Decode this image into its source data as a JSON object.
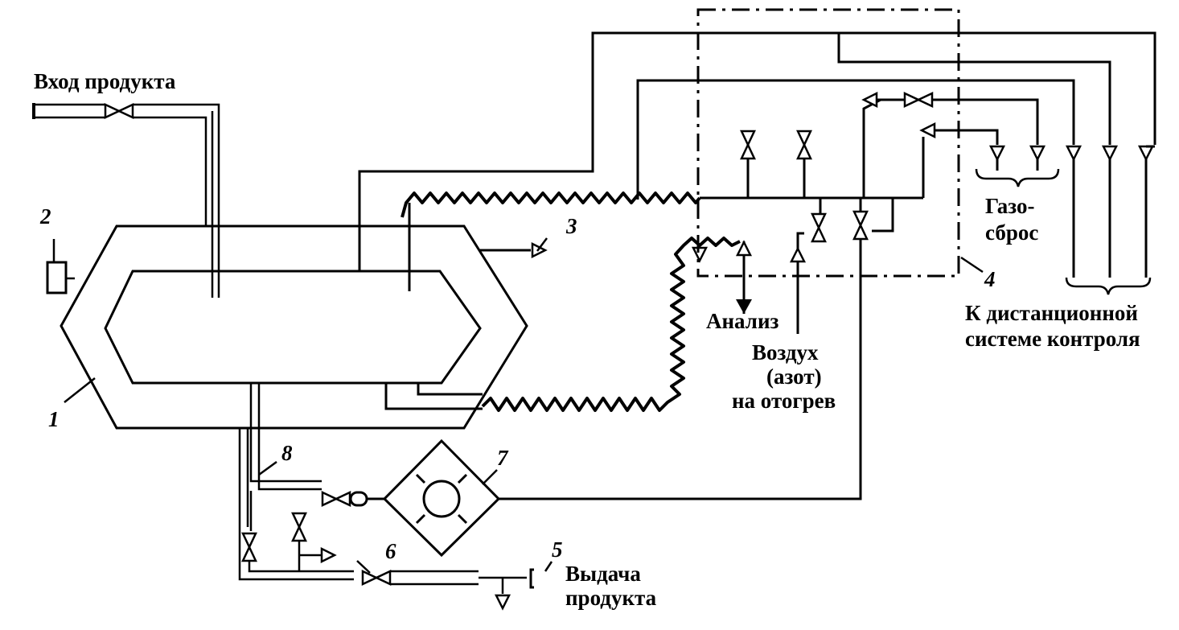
{
  "labels": {
    "product_in": "Вход продукта",
    "gas_discharge_1": "Газо-",
    "gas_discharge_2": "сброс",
    "remote_1": "К дистанционной",
    "remote_2": "системе контроля",
    "analysis": "Анализ",
    "air_1": "Воздух",
    "air_2": "(азот)",
    "air_3": "на отогрев",
    "output_1": "Выдача",
    "output_2": "продукта"
  },
  "numbers": {
    "n1": "1",
    "n2": "2",
    "n3": "3",
    "n4": "4",
    "n5": "5",
    "n6": "6",
    "n7": "7",
    "n8": "8"
  },
  "icons": {
    "valve": "bowtie-valve-icon",
    "safety_valve": "triangle-valve-icon",
    "pump": "diamond-pump-icon",
    "gauge": "level-gauge-icon",
    "end_cap": "end-cap-icon"
  },
  "colors": {
    "line": "#000000",
    "background": "#ffffff"
  }
}
